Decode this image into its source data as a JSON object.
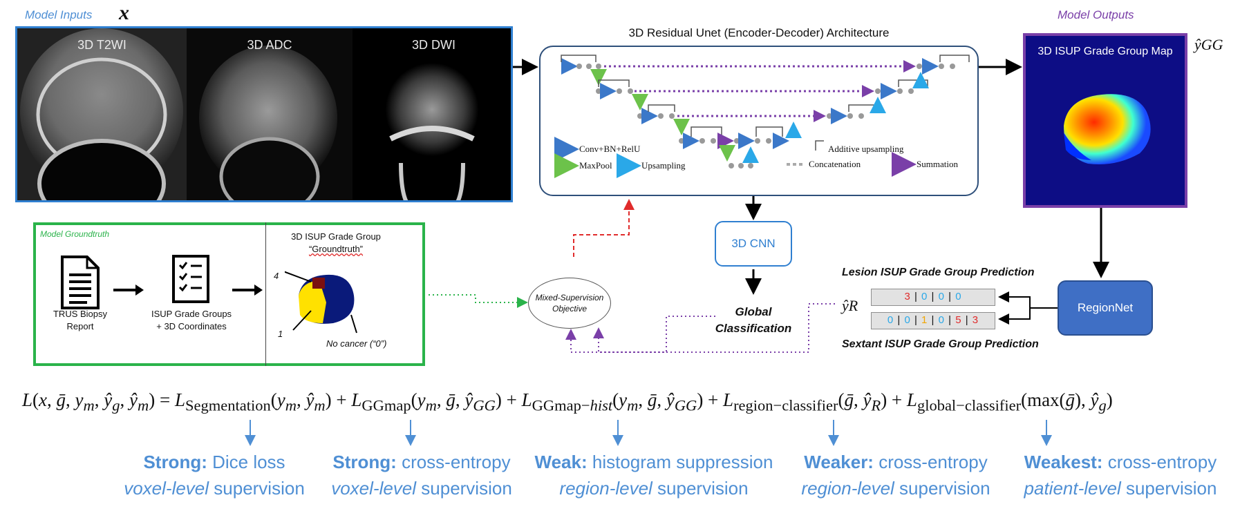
{
  "inputs": {
    "title": "Model Inputs",
    "symbol": "x",
    "images": [
      "3D T2WI",
      "3D ADC",
      "3D DWI"
    ]
  },
  "unet": {
    "title": "3D Residual Unet (Encoder-Decoder) Architecture",
    "legend": {
      "conv": "Conv+BN+RelU",
      "additive": "Additive upsampling",
      "maxpool": "MaxPool",
      "upsampling": "Upsampling",
      "concat": "Concatenation",
      "sum": "Summation"
    }
  },
  "outputs": {
    "title": "Model Outputs",
    "map_label": "3D ISUP Grade Group Map",
    "symbol": "ŷGG"
  },
  "groundtruth": {
    "title": "Model Groundtruth",
    "biopsy": [
      "TRUS Biopsy",
      "Report"
    ],
    "groups": [
      "ISUP Grade Groups",
      "+ 3D Coordinates"
    ],
    "gt_title": [
      "3D ISUP Grade Group",
      "“Groundtruth”"
    ],
    "labels": {
      "four": "4",
      "one": "1",
      "none": "No cancer (“0”)"
    }
  },
  "cnn": {
    "label": "3D CNN",
    "global": [
      "Global",
      "Classification"
    ]
  },
  "objective": [
    "Mixed-Supervision",
    "Objective"
  ],
  "regionnet": {
    "label": "RegionNet",
    "lesion_title": "Lesion ISUP Grade Group Prediction",
    "sextant_title": "Sextant ISUP Grade Group Prediction",
    "symbol": "ŷR",
    "lesion_values": [
      "3",
      "0",
      "0",
      "0"
    ],
    "sextant_values": [
      "0",
      "0",
      "1",
      "0",
      "5",
      "3"
    ]
  },
  "colors": {
    "blue": "#2f7fd0",
    "purple": "#7a3fa8",
    "green": "#2ab34a",
    "red": "#e02b2b",
    "grey_arrow": "#aaaaaa"
  },
  "supervision": [
    {
      "strength": "Strong:",
      "loss": " Dice loss",
      "level": "voxel-level",
      "suffix": " supervision"
    },
    {
      "strength": "Strong:",
      "loss": " cross-entropy",
      "level": "voxel-level",
      "suffix": " supervision"
    },
    {
      "strength": "Weak:",
      "loss": " histogram suppression",
      "level": "region-level",
      "suffix": " supervision"
    },
    {
      "strength": "Weaker:",
      "loss": " cross-entropy",
      "level": "region-level",
      "suffix": " supervision"
    },
    {
      "strength": "Weakest:",
      "loss": " cross-entropy",
      "level": "patient-level",
      "suffix": " supervision"
    }
  ]
}
